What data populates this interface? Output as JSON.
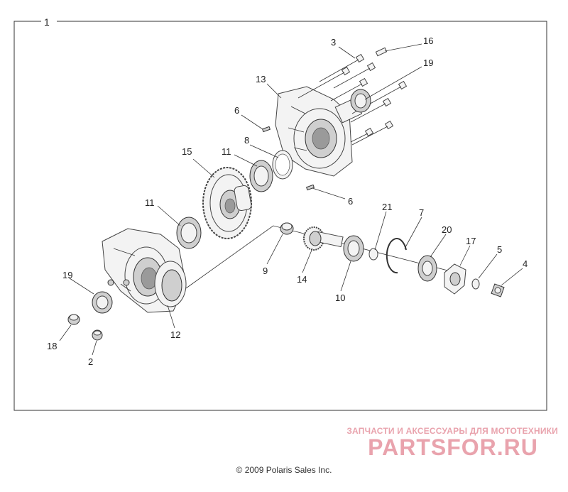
{
  "diagram": {
    "frame_label": "1",
    "callouts": [
      {
        "id": "c3",
        "label": "3"
      },
      {
        "id": "c16",
        "label": "16"
      },
      {
        "id": "c19a",
        "label": "19"
      },
      {
        "id": "c13",
        "label": "13"
      },
      {
        "id": "c6a",
        "label": "6"
      },
      {
        "id": "c8",
        "label": "8"
      },
      {
        "id": "c15",
        "label": "15"
      },
      {
        "id": "c11a",
        "label": "11"
      },
      {
        "id": "c6b",
        "label": "6"
      },
      {
        "id": "c21",
        "label": "21"
      },
      {
        "id": "c7",
        "label": "7"
      },
      {
        "id": "c20",
        "label": "20"
      },
      {
        "id": "c17",
        "label": "17"
      },
      {
        "id": "c5",
        "label": "5"
      },
      {
        "id": "c4",
        "label": "4"
      },
      {
        "id": "c11b",
        "label": "11"
      },
      {
        "id": "c9",
        "label": "9"
      },
      {
        "id": "c14",
        "label": "14"
      },
      {
        "id": "c10",
        "label": "10"
      },
      {
        "id": "c19b",
        "label": "19"
      },
      {
        "id": "c12",
        "label": "12"
      },
      {
        "id": "c18",
        "label": "18"
      },
      {
        "id": "c2",
        "label": "2"
      }
    ]
  },
  "footer": {
    "copyright": "© 2009 Polaris Sales Inc."
  },
  "watermark": {
    "subtitle": "ЗАПЧАСТИ И АКСЕССУАРЫ ДЛЯ МОТОТЕХНИКИ",
    "logo_text": "PARTSFOR.RU"
  },
  "colors": {
    "watermark": "#e9a3ad",
    "line": "#333333"
  }
}
